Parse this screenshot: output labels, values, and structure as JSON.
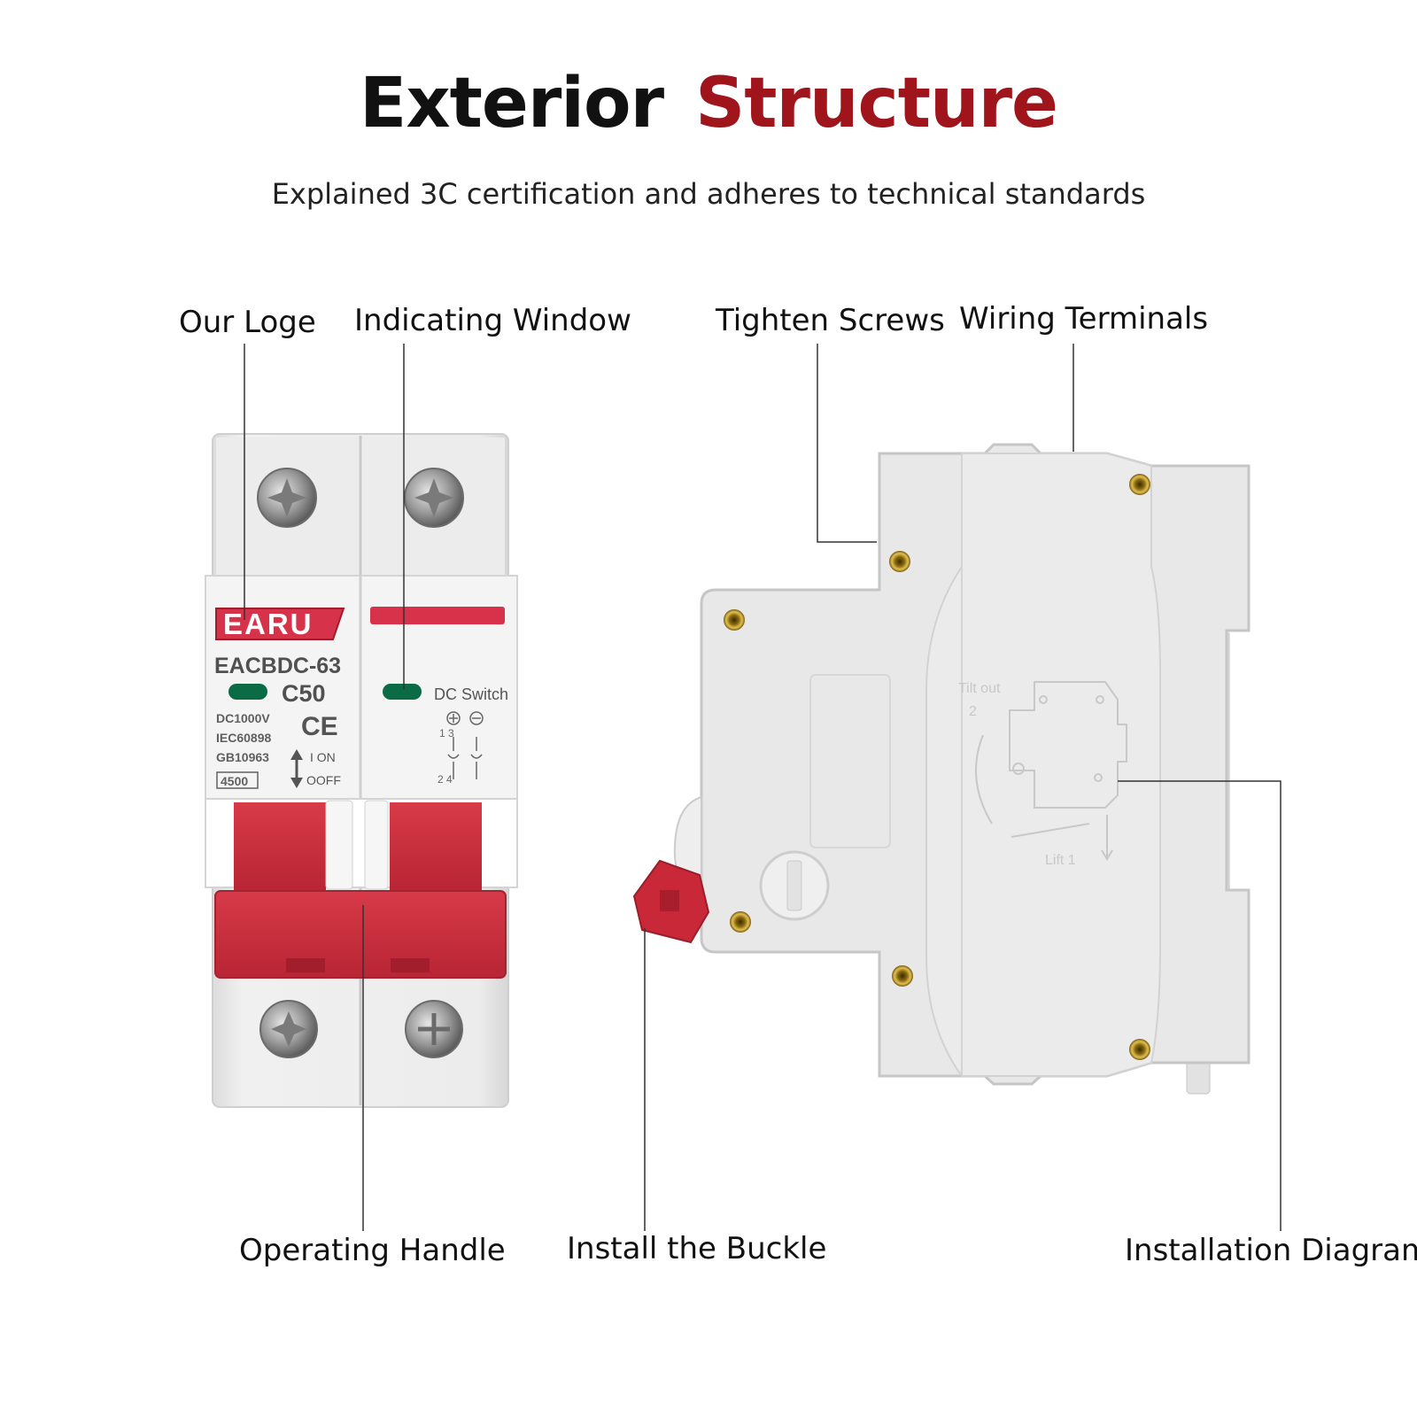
{
  "title": {
    "part1": "Exterior",
    "part2": "Structure"
  },
  "subtitle": "Explained 3C certification and adheres to technical standards",
  "callouts": {
    "our_logo": "Our Loge",
    "indicating_window": "Indicating Window",
    "tighten_screws": "Tighten Screws",
    "wiring_terminals": "Wiring Terminals",
    "operating_handle": "Operating Handle",
    "install_buckle": "Install the Buckle",
    "installation_diagram": "Installation Diagram"
  },
  "breaker_front": {
    "brand": "EARU",
    "model": "EACBDC-63",
    "rating": "C50",
    "dc_switch": "DC Switch",
    "voltage": "DC1000V",
    "standard1": "IEC60898",
    "standard2": "GB10963",
    "capacity": "4500",
    "on_label": "I  ON",
    "off_label": "OOFF",
    "ce_mark": "CE",
    "terminal_top": "1  3",
    "terminal_bottom": "2  4"
  },
  "breaker_side": {
    "tilt_label": "Tilt out",
    "tilt_step": "2",
    "lift_label": "Lift 1"
  },
  "colors": {
    "accent_red": "#a0141c",
    "handle_red": "#cf2c3c",
    "body_grey": "#e9e9e9",
    "indicator_green": "#0b6b45"
  }
}
